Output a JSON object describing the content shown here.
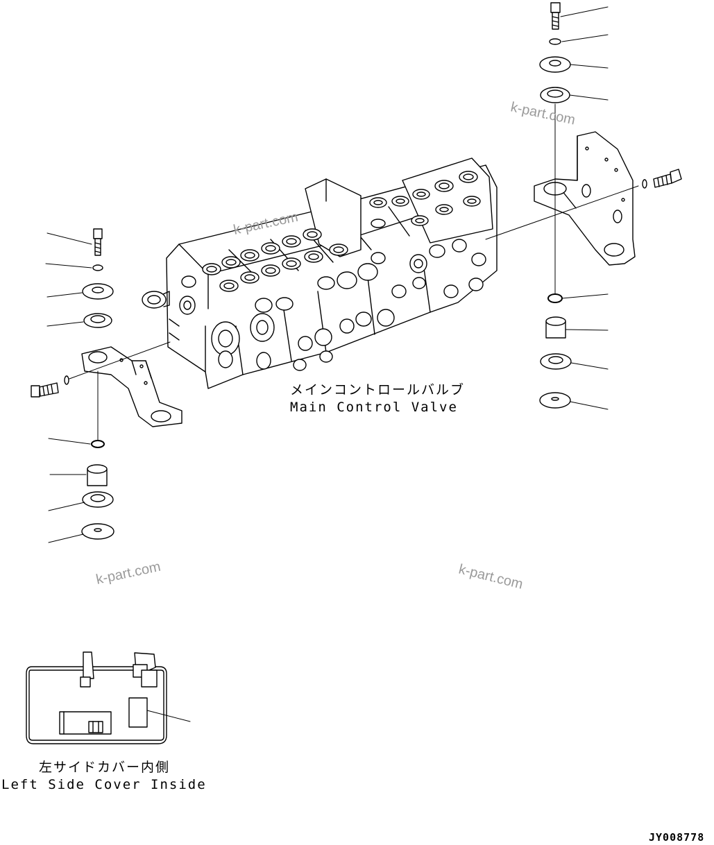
{
  "watermark": "k-part.com",
  "valve_label": {
    "ja": "メインコントロールバルブ",
    "en": "Main Control Valve"
  },
  "cover_label": {
    "ja": "左サイドカバー内側",
    "en": "Left Side Cover Inside"
  },
  "drawing_code": "JY008778",
  "colors": {
    "line": "#000000",
    "watermark": "#9a9a9a",
    "background": "#ffffff"
  }
}
